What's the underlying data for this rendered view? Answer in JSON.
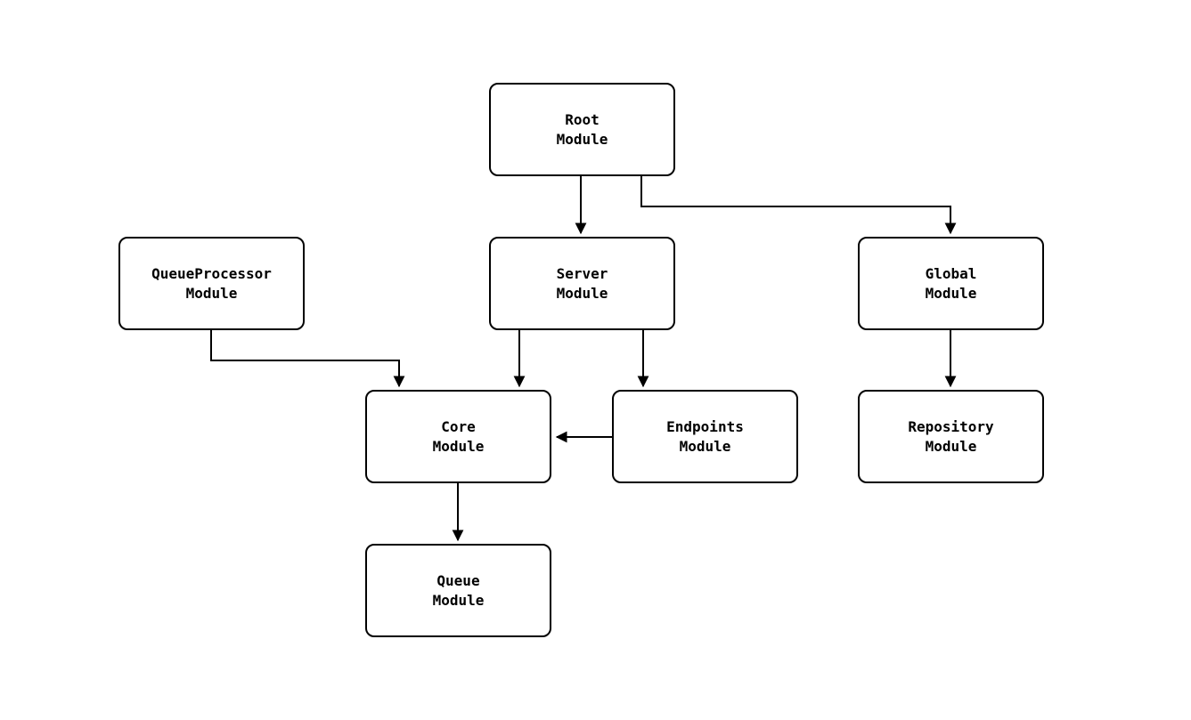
{
  "diagram": {
    "type": "dependency-graph",
    "colors": {
      "background": "#ffffff",
      "node_fill": "#ffffff",
      "node_border": "#000000",
      "text": "#000000",
      "edge": "#000000"
    },
    "nodes": [
      {
        "id": "root",
        "label": "Root\nModule"
      },
      {
        "id": "server",
        "label": "Server\nModule"
      },
      {
        "id": "queueprocessor",
        "label": "QueueProcessor\nModule"
      },
      {
        "id": "global",
        "label": "Global\nModule"
      },
      {
        "id": "core",
        "label": "Core\nModule"
      },
      {
        "id": "endpoints",
        "label": "Endpoints\nModule"
      },
      {
        "id": "repository",
        "label": "Repository\nModule"
      },
      {
        "id": "queue",
        "label": "Queue\nModule"
      }
    ],
    "edges": [
      {
        "from": "Root Module",
        "to": "Server Module"
      },
      {
        "from": "Root Module",
        "to": "Global Module"
      },
      {
        "from": "QueueProcessor Module",
        "to": "Core Module"
      },
      {
        "from": "Server Module",
        "to": "Core Module"
      },
      {
        "from": "Server Module",
        "to": "Endpoints Module"
      },
      {
        "from": "Endpoints Module",
        "to": "Core Module"
      },
      {
        "from": "Global Module",
        "to": "Repository Module"
      },
      {
        "from": "Core Module",
        "to": "Queue Module"
      }
    ]
  }
}
